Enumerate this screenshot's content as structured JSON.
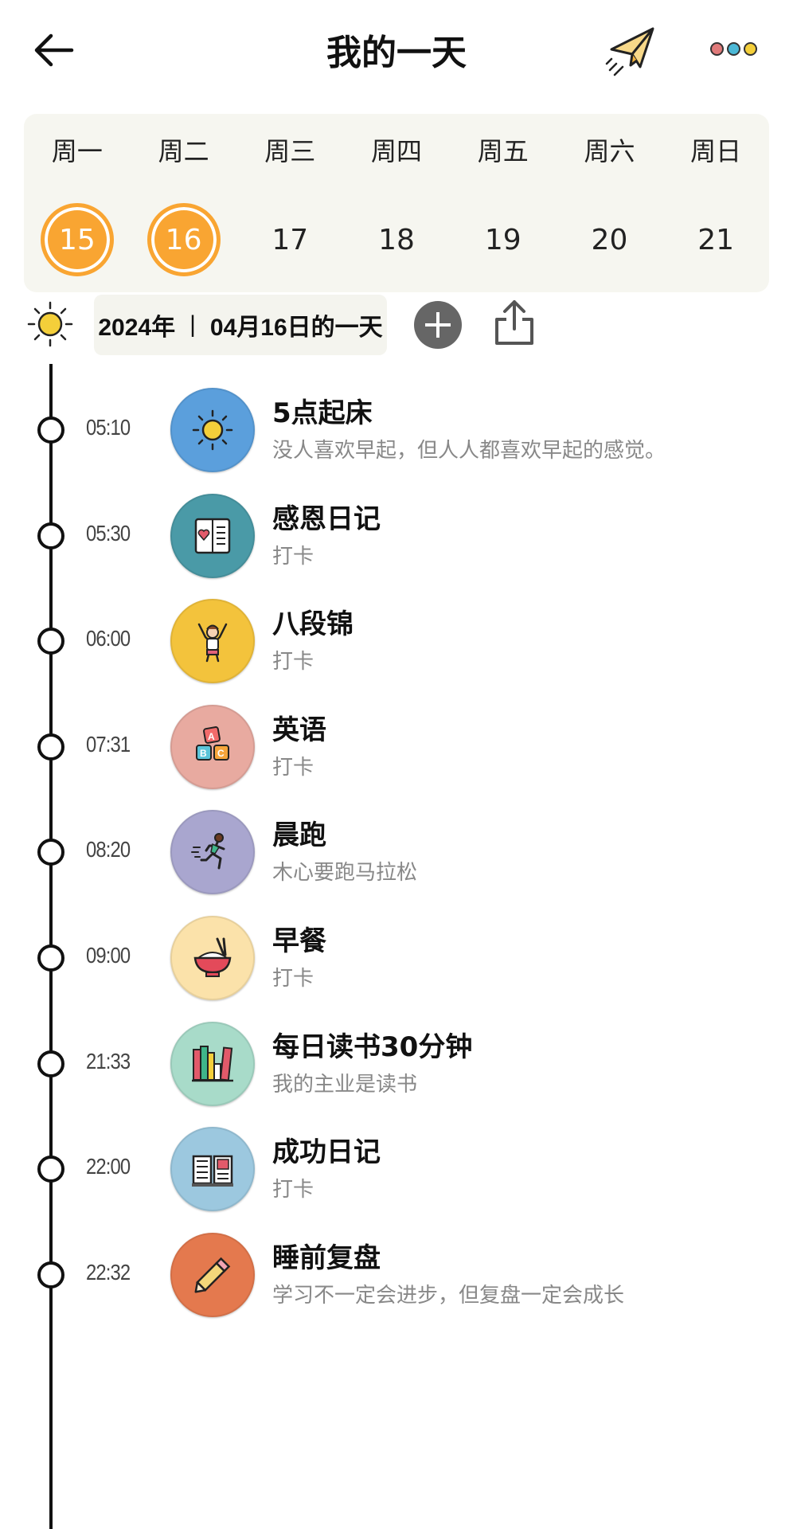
{
  "header": {
    "title": "我的一天"
  },
  "week": {
    "days": [
      "周一",
      "周二",
      "周三",
      "周四",
      "周五",
      "周六",
      "周日"
    ],
    "dates": [
      {
        "num": "15",
        "done": true
      },
      {
        "num": "16",
        "done": true
      },
      {
        "num": "17",
        "done": false
      },
      {
        "num": "18",
        "done": false
      },
      {
        "num": "19",
        "done": false
      },
      {
        "num": "20",
        "done": false
      },
      {
        "num": "21",
        "done": false
      }
    ]
  },
  "date_bar": {
    "year": "2024年",
    "separator": "|",
    "day": "04月16日的一天"
  },
  "items": [
    {
      "time": "05:10",
      "title": "5点起床",
      "sub": "没人喜欢早起，但人人都喜欢早起的感觉。",
      "icon": "sun-icon",
      "bg": "#5b9fdc"
    },
    {
      "time": "05:30",
      "title": "感恩日记",
      "sub": "打卡",
      "icon": "journal-heart-icon",
      "bg": "#4a9aa7"
    },
    {
      "time": "06:00",
      "title": "八段锦",
      "sub": "打卡",
      "icon": "exercise-person-icon",
      "bg": "#f3c33c"
    },
    {
      "time": "07:31",
      "title": "英语",
      "sub": "打卡",
      "icon": "abc-blocks-icon",
      "bg": "#e8aaa0"
    },
    {
      "time": "08:20",
      "title": "晨跑",
      "sub": "木心要跑马拉松",
      "icon": "runner-icon",
      "bg": "#a9a6cf"
    },
    {
      "time": "09:00",
      "title": "早餐",
      "sub": "打卡",
      "icon": "rice-bowl-icon",
      "bg": "#fbe2aa"
    },
    {
      "time": "21:33",
      "title": "每日读书30分钟",
      "sub": "我的主业是读书",
      "icon": "books-icon",
      "bg": "#a8dbc9"
    },
    {
      "time": "22:00",
      "title": "成功日记",
      "sub": "打卡",
      "icon": "open-book-icon",
      "bg": "#9cc8df"
    },
    {
      "time": "22:32",
      "title": "睡前复盘",
      "sub": "学习不一定会进步，但复盘一定会成长",
      "icon": "pencil-icon",
      "bg": "#e4794e"
    }
  ],
  "colors": {
    "accent": "#f9a532",
    "dot1": "#e07a7a",
    "dot2": "#4bb8d6",
    "dot3": "#f4cf3a"
  }
}
